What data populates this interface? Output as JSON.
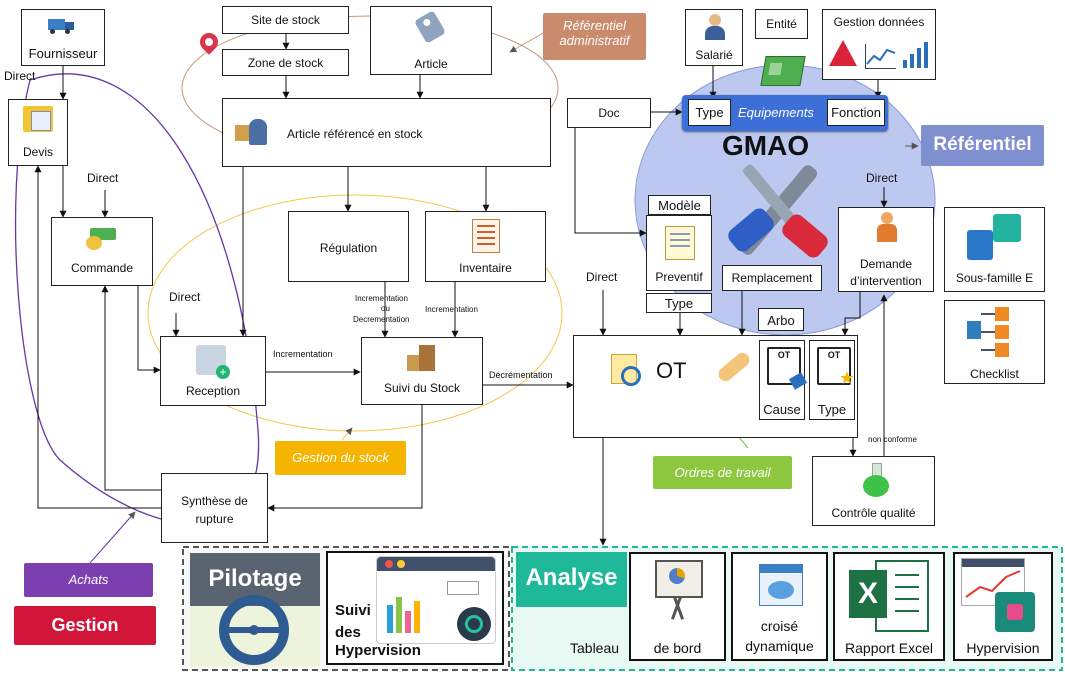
{
  "nodes": {
    "fournisseur": "Fournisseur",
    "devis": "Devis",
    "commande": "Commande",
    "reception": "Reception",
    "synthese_l1": "Synthèse de",
    "synthese_l2": "rupture",
    "site_stock": "Site de stock",
    "zone_stock": "Zone de stock",
    "article": "Article",
    "article_ref": "Article référencé en stock",
    "regulation": "Régulation",
    "inventaire": "Inventaire",
    "suivi_stock": "Suivi du Stock",
    "salarie": "Salarié",
    "entite": "Entité",
    "gestion_donnees": "Gestion données",
    "doc": "Doc",
    "type": "Type",
    "equipements": "Equipements",
    "fonction": "Fonction",
    "gmao": "GMAO",
    "referentiel": "Référentiel",
    "modele": "Modèle",
    "preventif": "Preventif",
    "type2": "Type",
    "remplacement": "Remplacement",
    "demande_l1": "Demande",
    "demande_l2": "d’intervention",
    "sous_famille": "Sous-famille E",
    "checklist": "Checklist",
    "arbo": "Arbo",
    "ot": "OT",
    "ot_small": "OT",
    "cause": "Cause",
    "type3": "Type",
    "controle": "Contrôle qualité"
  },
  "edges": {
    "direct1": "Direct",
    "direct2": "Direct",
    "direct3": "Direct",
    "direct4": "Direct",
    "direct5": "Direct",
    "incrementation1": "Incrementation",
    "incr_decr_l1": "Incrementation",
    "incr_decr_l2": "ou",
    "incr_decr_l3": "Decrementation",
    "incrementation2": "Incrementation",
    "decrementation": "Décrémentation",
    "non_conforme": "non conforme"
  },
  "tags": {
    "ref_admin_l1": "Référentiel",
    "ref_admin_l2": "administratif",
    "gestion_stock": "Gestion du stock",
    "ordres_travail": "Ordres de travail",
    "achats": "Achats",
    "gestion": "Gestion"
  },
  "pilotage": {
    "title": "Pilotage",
    "suivi": "Suivi",
    "des": "des",
    "hypervision": "Hypervision"
  },
  "analyse": {
    "title": "Analyse",
    "tableau": "Tableau",
    "de_bord": "de bord",
    "croise": "croisé",
    "dynamique": "dynamique",
    "rapport": "Rapport Excel",
    "hypervision": "Hypervision"
  },
  "colors": {
    "ref_admin": "#c98b6b",
    "gestion_stock": "#f5b400",
    "ordres": "#8dc63f",
    "achats": "#7b3fb0",
    "gestion": "#d1163a",
    "referentiel": "#7f8fd0",
    "gmao_circle": "#b9c6ee",
    "equip_bar": "#3d6fd8",
    "analyse": "#1fb899",
    "pilotage": "#5a6470"
  }
}
